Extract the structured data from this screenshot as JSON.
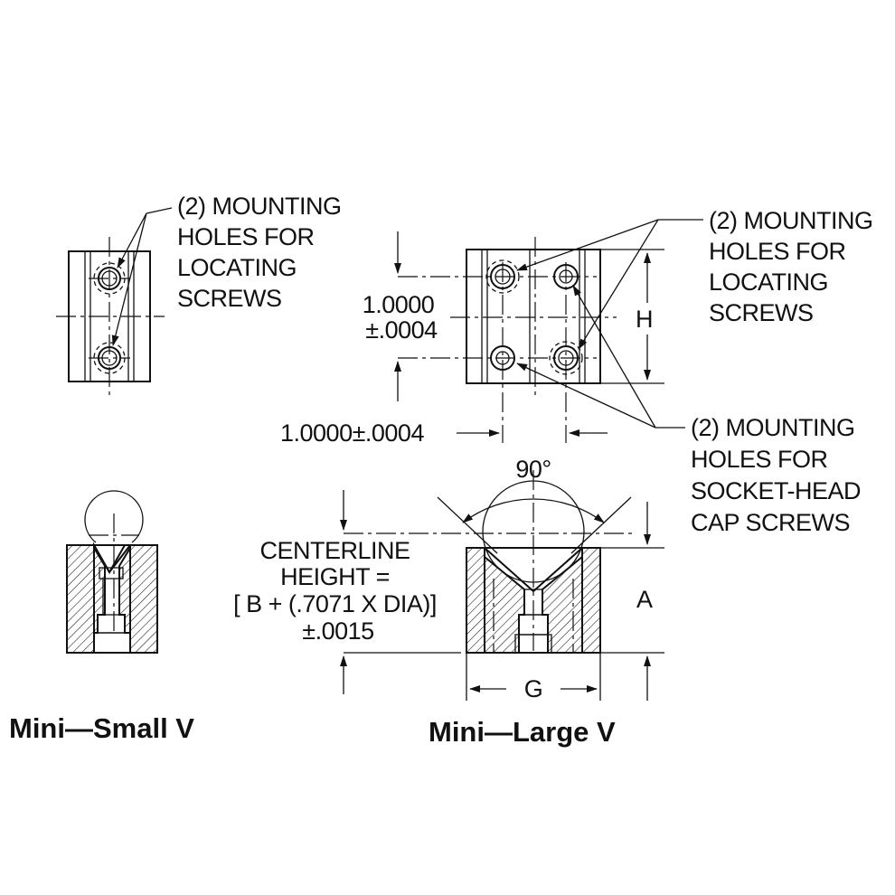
{
  "labels": {
    "small_holes": [
      "(2) MOUNTING",
      "HOLES FOR",
      "LOCATING",
      "SCREWS"
    ],
    "large_locating_holes": [
      "(2) MOUNTING",
      "HOLES FOR",
      "LOCATING",
      "SCREWS"
    ],
    "large_socket_holes": [
      "(2) MOUNTING",
      "HOLES FOR",
      "SOCKET-HEAD",
      "CAP SCREWS"
    ],
    "vertical_spacing": [
      "1.0000",
      "±.0004"
    ],
    "horizontal_spacing": "1.0000±.0004",
    "dim_h": "H",
    "dim_a": "A",
    "dim_g": "G",
    "angle": "90°",
    "centerline_height": [
      "CENTERLINE",
      "HEIGHT =",
      "[ B + (.7071 X DIA)]",
      "±.0015"
    ]
  },
  "captions": {
    "small": "Mini—Small V",
    "large": "Mini—Large V"
  }
}
